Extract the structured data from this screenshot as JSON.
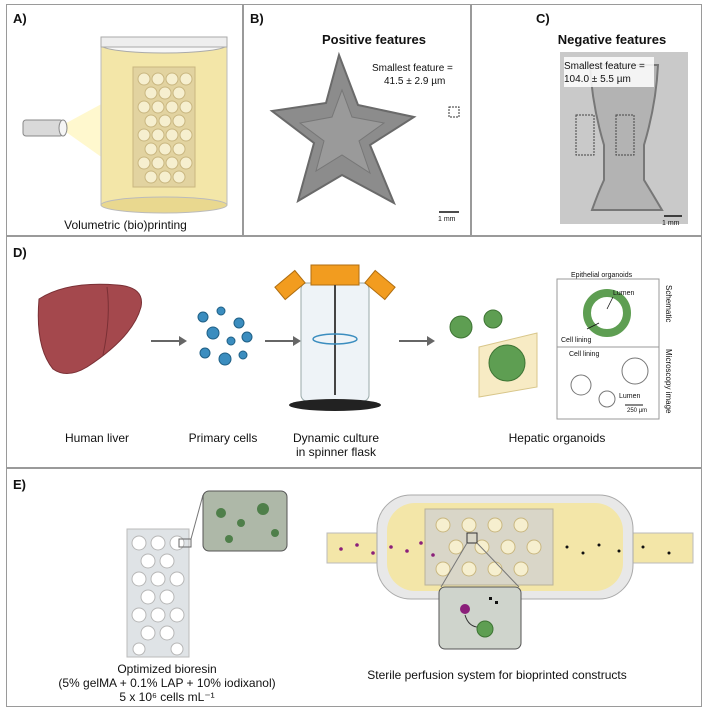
{
  "panelA": {
    "label": "A)",
    "caption": "Volumetric (bio)printing"
  },
  "panelB": {
    "label": "B)",
    "title": "Positive features",
    "feature_line1": "Smallest feature =",
    "feature_line2": "41.5 ± 2.9 µm",
    "scale": "1 mm"
  },
  "panelC": {
    "label": "C)",
    "title": "Negative features",
    "feature_line1": "Smallest feature =",
    "feature_line2": "104.0 ± 5.5 µm",
    "scale": "1 mm"
  },
  "panelD": {
    "label": "D)",
    "steps": [
      "Human liver",
      "Primary cells"
    ],
    "culture_line1": "Dynamic culture",
    "culture_line2": "in spinner flask",
    "organoids": "Hepatic organoids",
    "inset_title": "Epithelial organoids",
    "schematic_label": "Schematic",
    "microscopy_label": "Microscopy image",
    "lumen": "Lumen",
    "cell_lining": "Cell lining",
    "scalebar": "250 µm"
  },
  "panelE": {
    "label": "E)",
    "bioresin_title": "Optimized bioresin",
    "bioresin_formula": "(5% gelMA + 0.1% LAP + 10% iodixanol)",
    "bioresin_cells": "5 x 10⁶ cells mL⁻¹",
    "perfusion": "Sterile perfusion system for bioprinted constructs"
  },
  "colors": {
    "resin": "#f3e6a8",
    "organoid": "#5e9e52",
    "cell": "#3b8dbf",
    "liver": "#a4484d",
    "cap_orange": "#f29c1f",
    "dot_purple": "#8b1f7a"
  }
}
